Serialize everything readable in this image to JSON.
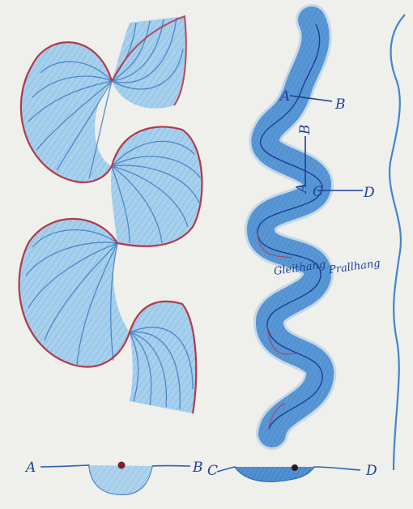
{
  "colors": {
    "paper": "#efefec",
    "light_blue": "#8ec3e6",
    "mid_blue": "#4a8fd0",
    "dark_blue": "#2a62b4",
    "line_blue": "#1c3f95",
    "red_outline": "#b23a4a"
  },
  "labels": {
    "sec_a_top": "A",
    "sec_b_top": "B",
    "sec_b_mid": "B",
    "sec_a_mid": "A",
    "sec_c_mid": "C",
    "sec_d_mid": "D",
    "slip_off_slope": "Gleithang",
    "cut_bank": "Prallhang",
    "profile1_a": "A",
    "profile1_b": "B",
    "profile2_c": "C",
    "profile2_d": "D"
  }
}
